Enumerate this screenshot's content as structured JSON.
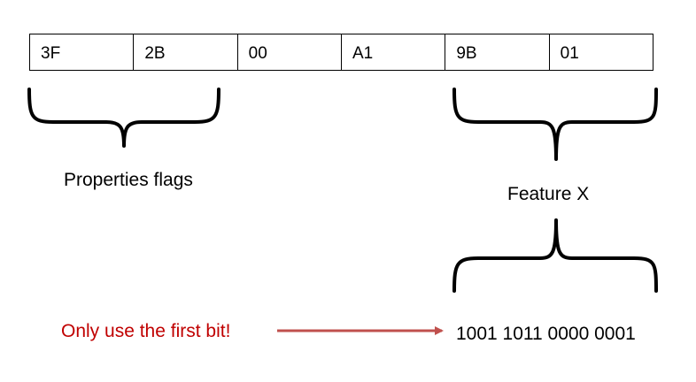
{
  "bytes": [
    "3F",
    "2B",
    "00",
    "A1",
    "9B",
    "01"
  ],
  "labels": {
    "properties": "Properties flags",
    "feature": "Feature X",
    "bits": "1001 1011 0000 0001",
    "note": "Only use the first bit!"
  },
  "colors": {
    "note": "#c00000",
    "arrow": "#c0504d",
    "stroke": "#000000"
  }
}
